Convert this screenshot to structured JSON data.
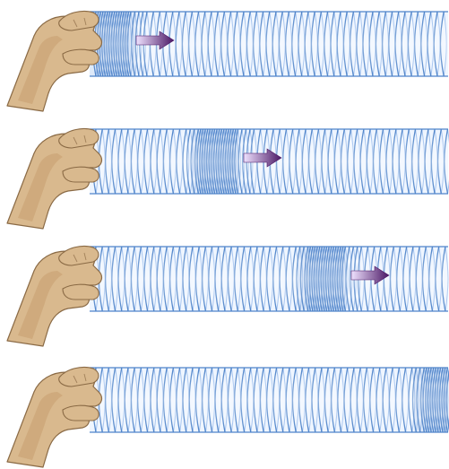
{
  "diagram": {
    "panels": [
      {
        "pulse_position": 0.05,
        "arrow_direction": "right"
      },
      {
        "pulse_position": 0.35,
        "arrow_direction": "right"
      },
      {
        "pulse_position": 0.65,
        "arrow_direction": "right"
      },
      {
        "pulse_position": 0.97,
        "arrow_direction": "none"
      }
    ],
    "colors": {
      "coil_stroke": "#4f84c9",
      "coil_fill": "#eef5ff",
      "coil_highlight": "#9fc0ee",
      "hand_fill": "#d9b98e",
      "hand_shadow": "#c79f6f",
      "hand_outline": "#8a6a45",
      "arrow_start": "#efe2ff",
      "arrow_end": "#4a1764"
    }
  }
}
